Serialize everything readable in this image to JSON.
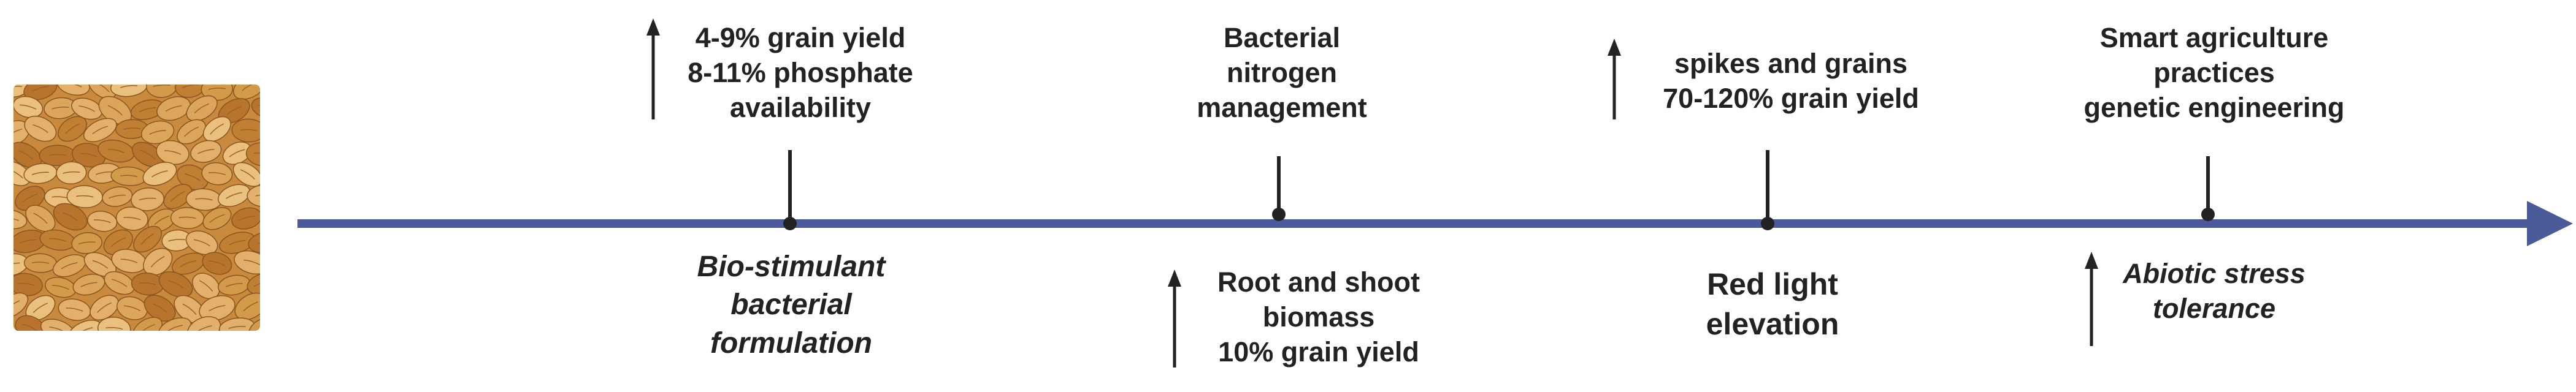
{
  "image": {
    "icon": "wheat-grains-photo"
  },
  "colors": {
    "axis": "#4a5a9a",
    "text": "#222222"
  },
  "milestones": [
    {
      "above": {
        "arrow": "up",
        "lines": [
          "4-9% grain yield",
          "8-11% phosphate",
          "availability"
        ]
      },
      "below": {
        "arrow": "",
        "lines": [
          "Bio-stimulant",
          "bacterial",
          "formulation"
        ],
        "style": "italic"
      }
    },
    {
      "above": {
        "arrow": "",
        "lines": [
          "Bacterial",
          "nitrogen",
          "management"
        ]
      },
      "below": {
        "arrow": "up",
        "lines": [
          "Root and shoot",
          "biomass",
          "10% grain yield"
        ]
      }
    },
    {
      "above": {
        "arrow": "up",
        "lines": [
          "spikes and grains",
          "70-120% grain yield"
        ]
      },
      "below": {
        "arrow": "",
        "lines": [
          "Red light",
          "elevation"
        ],
        "style": "bold"
      }
    },
    {
      "above": {
        "arrow": "",
        "lines": [
          "Smart agriculture",
          "practices",
          "genetic engineering"
        ]
      },
      "below": {
        "arrow": "up",
        "lines": [
          "Abiotic stress",
          "tolerance"
        ],
        "style": "italic"
      }
    }
  ]
}
